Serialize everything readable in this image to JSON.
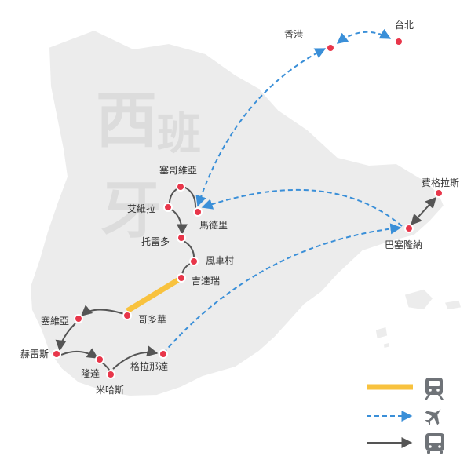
{
  "country_watermark": {
    "line1": "西",
    "line2": "班",
    "line3": "牙"
  },
  "cities": {
    "hongkong": "香港",
    "taipei": "台北",
    "segovia": "塞哥維亞",
    "avila": "艾維拉",
    "madrid": "馬德里",
    "toledo": "托雷多",
    "consuegra": "風車村",
    "almagro": "吉達瑞",
    "cordoba": "哥多華",
    "sevilla": "塞維亞",
    "jerez": "赫雷斯",
    "ronda": "隆達",
    "mijas": "米哈斯",
    "granada": "格拉那達",
    "barcelona": "巴塞隆納",
    "figueres": "費格拉斯"
  },
  "legend": [
    {
      "kind": "train",
      "icon": "train-icon",
      "color": "#f8c23e"
    },
    {
      "kind": "flight",
      "icon": "airplane-icon",
      "color": "#3a8fd8"
    },
    {
      "kind": "bus",
      "icon": "bus-icon",
      "color": "#555555"
    }
  ],
  "colors": {
    "land": "#ececec",
    "coast": "#ffffff",
    "marker": "#e8364a",
    "train": "#f8c23e",
    "flight": "#3a8fd8",
    "bus": "#555555"
  }
}
